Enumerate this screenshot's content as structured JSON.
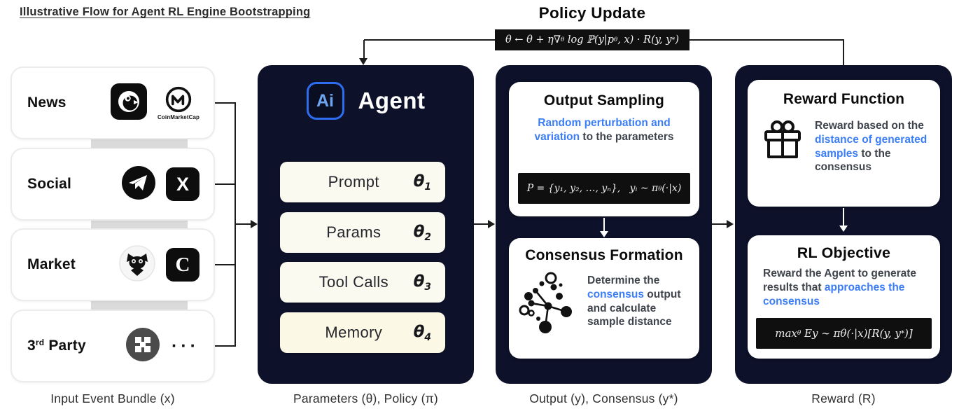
{
  "colors": {
    "accent_blue": "#3b7df5",
    "navy": "#0d1129",
    "formula_bg": "#0f0f0f"
  },
  "title": "Illustrative Flow for Agent RL Engine Bootstrapping",
  "policy_update": {
    "heading": "Policy Update",
    "formula": {
      "p1": "θ ← θ + η∇",
      "sub1": "θ",
      "p2": " log ℙ(y|p",
      "sub2": "θ",
      "p3": ", x) · R(y, y",
      "sup1": "*",
      "p4": ")"
    }
  },
  "inputs": {
    "caption": "Input Event Bundle (x)",
    "news": {
      "label": "News",
      "icon1": "penguin-news-app-icon",
      "icon2": "coinmarketcap-icon",
      "icon2_caption": "CoinMarketCap"
    },
    "social": {
      "label": "Social",
      "icon1": "telegram-icon",
      "icon2": "x-twitter-icon",
      "x_glyph": "X"
    },
    "market": {
      "label": "Market",
      "icon1": "owl-icon",
      "icon2": "c-exchange-icon",
      "c_glyph": "C"
    },
    "third_party": {
      "num": "3",
      "ord": "rd",
      "rest": " Party",
      "icon1": "pixel-x-icon",
      "ellipsis": "···"
    }
  },
  "agent": {
    "logo_text": "Ai",
    "name": "Agent",
    "caption": "Parameters (θ), Policy (π)",
    "params": [
      {
        "label": "Prompt",
        "theta": "θ",
        "sub": "1"
      },
      {
        "label": "Params",
        "theta": "θ",
        "sub": "2"
      },
      {
        "label": "Tool Calls",
        "theta": "θ",
        "sub": "3"
      },
      {
        "label": "Memory",
        "theta": "θ",
        "sub": "4"
      }
    ]
  },
  "output": {
    "caption": "Output (y), Consensus (y*)",
    "sampling": {
      "title": "Output Sampling",
      "desc_blue": "Random perturbation and variation",
      "desc_rest": " to the parameters",
      "formula": {
        "p1": "P = {y₁, y₂, …, yₙ},   yᵢ ∼ π",
        "sub1": "θ",
        "p2": "(·|x)"
      }
    },
    "consensus": {
      "title": "Consensus Formation",
      "icon": "network-cluster-icon",
      "desc_p1": "Determine the ",
      "desc_blue": "consensus",
      "desc_p2": " output and calculate sample distance"
    }
  },
  "reward": {
    "caption": "Reward (R)",
    "reward_fn": {
      "title": "Reward Function",
      "icon": "gift-icon",
      "desc_p1": "Reward based on the ",
      "desc_blue": "distance of generated samples",
      "desc_p2": " to the consensus"
    },
    "rl_obj": {
      "title": "RL Objective",
      "desc_p1": "Reward the Agent to generate results that ",
      "desc_blue": "approaches the consensus",
      "formula": {
        "p1": "max",
        "sub1": "θ",
        "p2": " Ey ∼ πθ(·|x)[R(y, y",
        "sup1": "*",
        "p3": ")]"
      }
    }
  }
}
